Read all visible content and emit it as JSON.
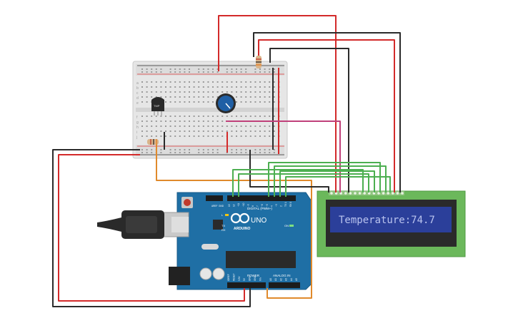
{
  "lcd": {
    "text": "Temperature:74.7"
  },
  "sensor": {
    "label": "TMP"
  },
  "arduino": {
    "brand": "ARDUINO",
    "model": "UNO",
    "digital_label": "DIGITAL (PWM~)",
    "power_label": "POWER",
    "analog_label": "ANALOG IN",
    "aref_label": "AREF",
    "gnd_label": "GND",
    "tx_label": "TX",
    "rx_label": "RX",
    "l_label": "L",
    "on_label": "ON",
    "digital_pins": [
      "13",
      "12",
      "~11",
      "~10",
      "~9",
      "8",
      "7",
      "~6",
      "~5",
      "4",
      "~3",
      "2",
      "TX 1",
      "RX 0"
    ],
    "power_pins": [
      "IOREF",
      "RESET",
      "3.3V",
      "5V",
      "GND",
      "GND",
      "Vin"
    ],
    "analog_pins": [
      "A0",
      "A1",
      "A2",
      "A3",
      "A4",
      "A5"
    ]
  },
  "breadboard": {
    "row_letters_top": [
      "a",
      "b",
      "c",
      "d",
      "e"
    ],
    "row_letters_bottom": [
      "f",
      "g",
      "h",
      "i",
      "j"
    ]
  },
  "colors": {
    "wire_red": "#d32a2a",
    "wire_black": "#2b2b2b",
    "wire_orange": "#e08a2c",
    "wire_green": "#4caf50",
    "wire_pink": "#c0407a",
    "board_blue": "#1f6fa5",
    "lcd_green": "#6bb85b",
    "lcd_screen": "#2b3f9a",
    "lcd_text": "#b9c3ee"
  }
}
